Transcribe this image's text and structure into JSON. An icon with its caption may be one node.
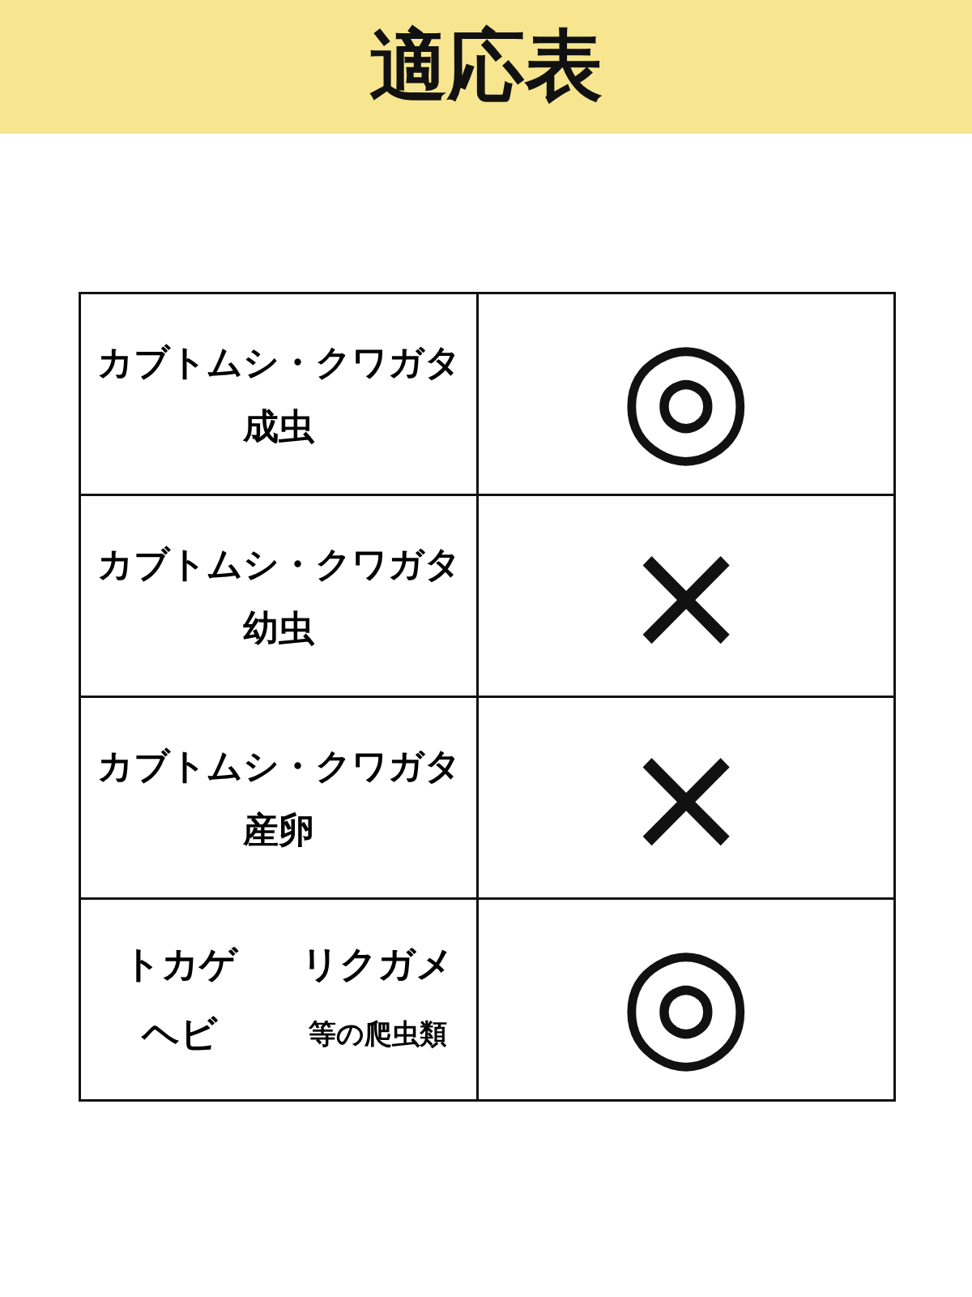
{
  "diagram": {
    "title": "適応表",
    "labels": [
      "カブトムシ・クワガタ成虫",
      "◎",
      "カブトムシ・クワガタ幼虫",
      "×",
      "カブトムシ・クワガタ産卵",
      "×",
      "トカゲ",
      "リクガメ",
      "ヘビ",
      "等の爬虫類",
      "◎"
    ]
  }
}
